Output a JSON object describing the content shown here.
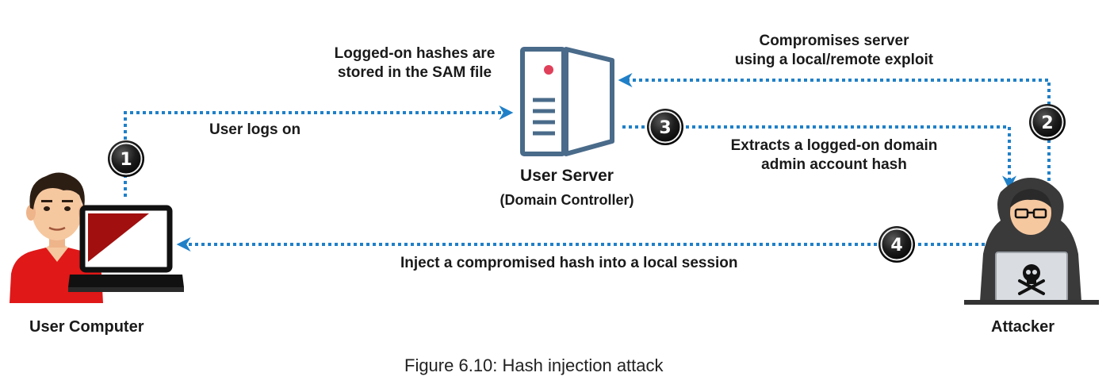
{
  "colors": {
    "arrow": "#1f80c8",
    "server": "#4a6b8a",
    "badge": "#1c1c1c",
    "screen_red": "#a10f0f",
    "shirt": "#e01818"
  },
  "icons": {
    "server": "server-icon",
    "user": "user-person-icon",
    "laptop": "laptop-icon",
    "attacker": "hooded-hacker-icon",
    "skull": "skull-icon"
  },
  "nodes": {
    "server": {
      "title": "User Server",
      "subtitle": "(Domain Controller)"
    },
    "user_computer": {
      "label": "User Computer"
    },
    "attacker": {
      "label": "Attacker"
    }
  },
  "notes": {
    "sam": [
      "Logged-on hashes are",
      "stored in the SAM file"
    ]
  },
  "steps": [
    {
      "number": "1",
      "label": [
        "User logs on"
      ]
    },
    {
      "number": "2",
      "label": [
        "Compromises server",
        "using a local/remote exploit"
      ]
    },
    {
      "number": "3",
      "label": [
        "Extracts a logged-on domain",
        "admin account hash"
      ]
    },
    {
      "number": "4",
      "label": [
        "Inject a compromised hash into a local session"
      ]
    }
  ],
  "caption": "Figure 6.10: Hash injection attack"
}
